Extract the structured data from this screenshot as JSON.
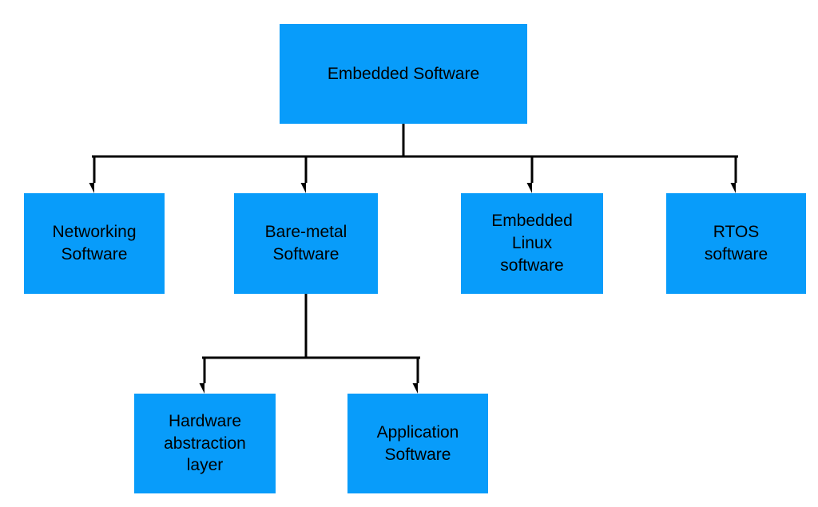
{
  "diagram": {
    "type": "tree",
    "nodes": {
      "root": {
        "label": "Embedded Software"
      },
      "networking": {
        "label": "Networking\nSoftware"
      },
      "baremetal": {
        "label": "Bare-metal\nSoftware"
      },
      "linux": {
        "label": "Embedded\nLinux\nsoftware"
      },
      "rtos": {
        "label": "RTOS\nsoftware"
      },
      "hal": {
        "label": "Hardware\nabstraction\nlayer"
      },
      "app": {
        "label": "Application\nSoftware"
      }
    },
    "edges": [
      {
        "from": "Embedded Software",
        "to": "Networking Software"
      },
      {
        "from": "Embedded Software",
        "to": "Bare-metal Software"
      },
      {
        "from": "Embedded Software",
        "to": "Embedded Linux software"
      },
      {
        "from": "Embedded Software",
        "to": "RTOS software"
      },
      {
        "from": "Bare-metal Software",
        "to": "Hardware abstraction layer"
      },
      {
        "from": "Bare-metal Software",
        "to": "Application Software"
      }
    ],
    "colors": {
      "box_fill": "#089cfa",
      "line": "#000000",
      "text": "#000000",
      "background": "#ffffff"
    }
  }
}
